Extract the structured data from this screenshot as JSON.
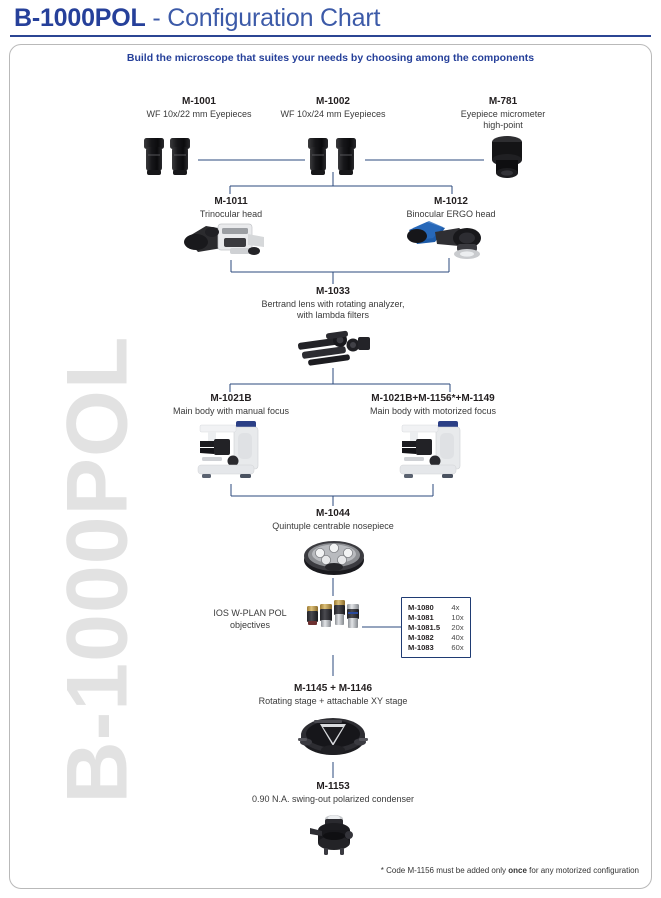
{
  "header": {
    "model": "B-1000POL",
    "rest": " - Configuration Chart"
  },
  "watermark": "B-1000POL",
  "subtitle": "Build the microscope that suites your needs by choosing among the components",
  "colors": {
    "title_model": "#26409a",
    "title_rest": "#3c5aa8",
    "rule": "#2b4593",
    "wire": "#2b4a7d",
    "frame_border": "#b9b9b9",
    "watermark": "#e2e2e2",
    "table_border": "#1f3b73"
  },
  "nodes": {
    "eyepiece_left": {
      "code": "M-1001",
      "desc": "WF 10x/22 mm Eyepieces"
    },
    "eyepiece_center": {
      "code": "M-1002",
      "desc": "WF 10x/24 mm Eyepieces"
    },
    "eyepiece_right": {
      "code": "M-781",
      "desc_line1": "Eyepiece micrometer",
      "desc_line2": "high-point"
    },
    "head_left": {
      "code": "M-1011",
      "desc": "Trinocular head"
    },
    "head_right": {
      "code": "M-1012",
      "desc": "Binocular ERGO head"
    },
    "bertrand": {
      "code": "M-1033",
      "desc_line1": "Bertrand lens with rotating analyzer,",
      "desc_line2": "with lambda filters"
    },
    "body_left": {
      "code": "M-1021B",
      "desc": "Main body with manual focus"
    },
    "body_right": {
      "code": "M-1021B+M-1156*+M-1149",
      "desc": "Main body with motorized focus"
    },
    "nosepiece": {
      "code": "M-1044",
      "desc": "Quintuple centrable nosepiece"
    },
    "objectives": {
      "desc_line1": "IOS W-PLAN POL",
      "desc_line2": "objectives"
    },
    "stage": {
      "code": "M-1145 + M-1146",
      "desc": "Rotating stage + attachable XY stage"
    },
    "condenser": {
      "code": "M-1153",
      "desc": "0.90 N.A. swing-out polarized condenser"
    }
  },
  "objectives_table": {
    "rows": [
      {
        "code": "M-1080",
        "mag": "4x"
      },
      {
        "code": "M-1081",
        "mag": "10x"
      },
      {
        "code": "M-1081.5",
        "mag": "20x"
      },
      {
        "code": "M-1082",
        "mag": "40x"
      },
      {
        "code": "M-1083",
        "mag": "60x"
      }
    ]
  },
  "footnote": {
    "pre": "* Code M-1156 must be added only ",
    "emphasis": "once",
    "post": " for any motorized configuration"
  }
}
